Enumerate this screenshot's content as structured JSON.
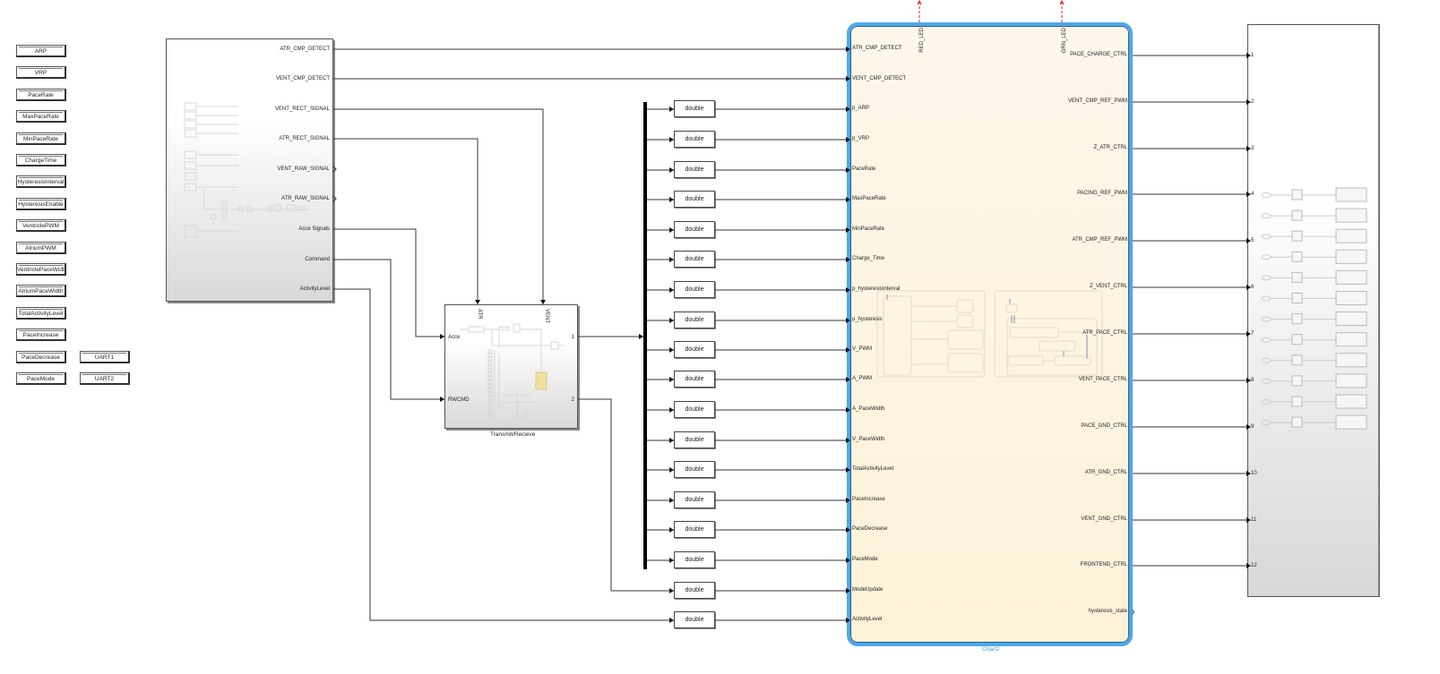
{
  "parameters": [
    {
      "label": "ARP"
    },
    {
      "label": "VRP"
    },
    {
      "label": "PaceRate"
    },
    {
      "label": "MaxPaceRate"
    },
    {
      "label": "MinPaceRate"
    },
    {
      "label": "ChargeTime"
    },
    {
      "label": "HysteresisInterval"
    },
    {
      "label": "HysteresisEnable"
    },
    {
      "label": "VentriclePWM"
    },
    {
      "label": "AtriumPWM"
    },
    {
      "label": "VentriclePaceWidth"
    },
    {
      "label": "AtriumPaceWidth"
    },
    {
      "label": "TotalActivityLevel"
    },
    {
      "label": "PaceIncrease"
    },
    {
      "label": "PaceDecrease"
    },
    {
      "label": "PaceMode"
    }
  ],
  "uart_blocks": [
    {
      "label": "UART1"
    },
    {
      "label": "UART2"
    }
  ],
  "input_subsystem": {
    "outputs": [
      {
        "label": "ATR_CMP_DETECT"
      },
      {
        "label": "VENT_CMP_DETECT"
      },
      {
        "label": "VENT_RECT_SIGNAL"
      },
      {
        "label": "ATR_RECT_SIGNAL"
      },
      {
        "label": "VENT_RAW_SIGNAL"
      },
      {
        "label": "ATR_RAW_SIGNAL"
      },
      {
        "label": "Acce Signals"
      },
      {
        "label": "Command"
      },
      {
        "label": "ActivityLevel"
      }
    ]
  },
  "transmit_block": {
    "caption": "Transmit/Recieve",
    "inputs_top": [
      {
        "label": "ATR"
      },
      {
        "label": "VENT"
      }
    ],
    "inputs_left": [
      {
        "label": "Acce"
      },
      {
        "label": "RWCMD"
      }
    ],
    "outputs": [
      {
        "label": "1"
      },
      {
        "label": "2"
      }
    ]
  },
  "conversion_blocks": {
    "label": "double",
    "count": 18
  },
  "chart": {
    "caption": "Chart2",
    "top_outputs": [
      {
        "label": "RED_LED"
      },
      {
        "label": "GRN_LED"
      }
    ],
    "inputs": [
      {
        "label": "ATR_CMP_DETECT"
      },
      {
        "label": "VENT_CMP_DETECT"
      },
      {
        "label": "p_ARP"
      },
      {
        "label": "p_VRP"
      },
      {
        "label": "PaceRate"
      },
      {
        "label": "MaxPaceRate"
      },
      {
        "label": "MinPaceRate"
      },
      {
        "label": "Charge_Time"
      },
      {
        "label": "p_hysteresisInterval"
      },
      {
        "label": "p_hysteresis"
      },
      {
        "label": "V_PWM"
      },
      {
        "label": "A_PWM"
      },
      {
        "label": "A_PaceWidth"
      },
      {
        "label": "V_PaceWidth"
      },
      {
        "label": "TotalActivityLevel"
      },
      {
        "label": "PaceIncrease"
      },
      {
        "label": "PaceDecrease"
      },
      {
        "label": "PaceMode"
      },
      {
        "label": "ModeUpdate"
      },
      {
        "label": "ActivityLevel"
      }
    ],
    "outputs": [
      {
        "label": "PACE_CHARGE_CTRL"
      },
      {
        "label": "VENT_CMP_REF_PWM"
      },
      {
        "label": "Z_ATR_CTRL"
      },
      {
        "label": "PACING_REF_PWM"
      },
      {
        "label": "ATR_CMP_REF_PWM"
      },
      {
        "label": "Z_VENT_CTRL"
      },
      {
        "label": "ATR_PACE_CTRL"
      },
      {
        "label": "VENT_PACE_CTRL"
      },
      {
        "label": "PACE_GND_CTRL"
      },
      {
        "label": "ATR_GND_CTRL"
      },
      {
        "label": "VENT_GND_CTRL"
      },
      {
        "label": "FRONTEND_CTRL"
      },
      {
        "label": "hysteresis_state"
      }
    ]
  },
  "output_subsystem": {
    "inputs": [
      {
        "label": "1"
      },
      {
        "label": "2"
      },
      {
        "label": "3"
      },
      {
        "label": "4"
      },
      {
        "label": "5"
      },
      {
        "label": "6"
      },
      {
        "label": "7"
      },
      {
        "label": "8"
      },
      {
        "label": "9"
      },
      {
        "label": "10"
      },
      {
        "label": "11"
      },
      {
        "label": "12"
      }
    ]
  },
  "colors": {
    "chart_border": "#4fa8e8",
    "chart_fill": "#fdf3de",
    "caption_blue": "#3b9be8",
    "led_signal": "#e02020",
    "wire": "#333333"
  }
}
